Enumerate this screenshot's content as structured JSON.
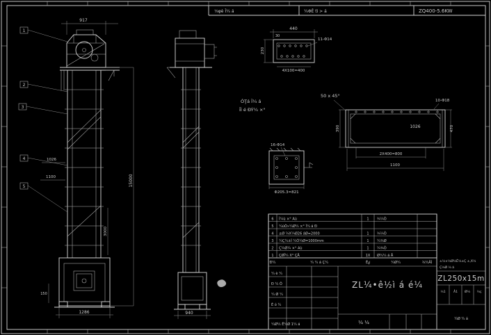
{
  "top_bar": {
    "cell1": "⅛φè Î¼ á",
    "cell2": "¼ΦÊ tì > á",
    "cell3": "ZQ400-5.6KW"
  },
  "balloons": {
    "b1": "1",
    "b2": "2",
    "b3": "3",
    "b4": "4",
    "b5": "5"
  },
  "front_view": {
    "dim_width_top": "917",
    "dim_height": "15000",
    "dim_width_bottom": "1286",
    "dim_1026": "1026",
    "dim_1100": "1100",
    "dim_3000": "3000",
    "dim_150": "150"
  },
  "side_view": {
    "dim_width_bottom": "940"
  },
  "detail_channel": {
    "dim_width": "440",
    "dim_30": "30",
    "dim_left": "230",
    "holes": "11-Φ14",
    "dim_spacing": "4X100=400"
  },
  "detail_beam": {
    "caption1": "ÓŢá Î¼ á",
    "caption2": "ÎÌ é ÐÝ¼ ×°",
    "chamfer": "50 x 45°",
    "holes": "10-Φ18",
    "inner_dim": "1026",
    "dim_spacing": "2X400=800",
    "dim_width": "1100",
    "dim_height": "470",
    "dim_left": "390"
  },
  "detail_flange": {
    "holes": "16-Φ14",
    "dim_bottom": "Φ205.3=821"
  },
  "bom": {
    "headers": {
      "no": "Đ¼",
      "name": "¼ ¼ á Ç¼",
      "qty": "Êؼ",
      "mat": "¼Ø¼",
      "note": "¾¼ÅÌ"
    },
    "rows": [
      {
        "no": "6",
        "name": "Ì¼ù ×° Aù",
        "qty": "1",
        "mat": "¾¼Ò"
      },
      {
        "no": "5",
        "name": "¼ùÒ»¼Ø¼ ×° Ì¼ á Ð",
        "qty": "",
        "mat": ""
      },
      {
        "no": "4",
        "name": "±Ø ¼X¼Ø26 áØ=2000",
        "qty": "1",
        "mat": "¾¼Ò"
      },
      {
        "no": "3",
        "name": "¼Ç¼±Ì ¼Ò¼Ø=1000mm",
        "qty": "1",
        "mat": "¼¾Ø"
      },
      {
        "no": "2",
        "name": "Ç¼Ø¼ ×° Aù",
        "qty": "1",
        "mat": "¼¾Ò"
      },
      {
        "no": "1",
        "name": "ÇØÎ¼ X° ÇÅ",
        "qty": "1X",
        "mat": "Ø¼¼ á Å"
      }
    ]
  },
  "title_block": {
    "spec_line1": "±¼×¼Ø¼Ê¼±Ç ±,X¼",
    "spec_line2": "Ç¼Ø ¼ á",
    "model": "ZL250x15m",
    "product_name": "ZL¼•ê½ì á é¼",
    "sig1": "¼ è ¼",
    "sig2": "Ð ¼ Ô",
    "sig3": "¼ Ø ¼",
    "sig4": "É ó ¼",
    "sig_bottom": "¼Ø¼ Ê¼Ø 1¼ á",
    "cell_r1": "¼1",
    "cell_r2": "Å1",
    "cell_r3": "Ø¼",
    "cell_r4": "¼ç",
    "sheet": "¼  ¼",
    "bottom_right": "¼Ø ¼ á"
  }
}
